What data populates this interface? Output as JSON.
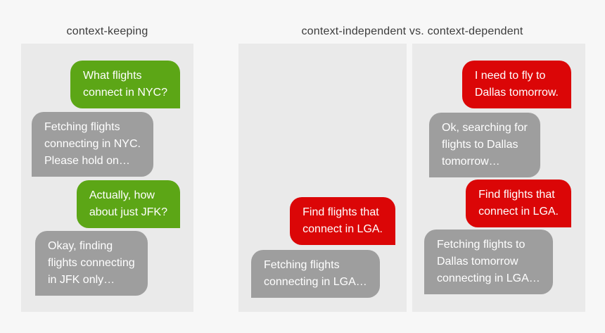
{
  "titles": {
    "left": "context-keeping",
    "right": "context-independent vs. context-dependent"
  },
  "colors": {
    "page_bg": "#f7f7f7",
    "panel_bg": "#eaeaea",
    "user_bubble_green": "#5ca616",
    "user_bubble_red": "#db0607",
    "agent_bubble_gray": "#9e9e9e",
    "title_text": "#3c3c3c",
    "bubble_text": "#ffffff"
  },
  "panels": {
    "context_keeping": {
      "messages": [
        {
          "sender": "user",
          "color": "green",
          "text": "What flights\nconnect in NYC?"
        },
        {
          "sender": "agent",
          "color": "gray",
          "text": "Fetching flights\nconnecting in NYC.\nPlease hold on…"
        },
        {
          "sender": "user",
          "color": "green",
          "text": "Actually, how\nabout just JFK?"
        },
        {
          "sender": "agent",
          "color": "gray",
          "text": "Okay, finding\nflights connecting\nin JFK only…"
        }
      ]
    },
    "context_independent": {
      "messages": [
        {
          "sender": "user",
          "color": "red",
          "text": "Find flights that\nconnect in LGA."
        },
        {
          "sender": "agent",
          "color": "gray",
          "text": "Fetching flights\nconnecting in LGA…"
        }
      ]
    },
    "context_dependent": {
      "messages": [
        {
          "sender": "user",
          "color": "red",
          "text": "I need to fly to\nDallas tomorrow."
        },
        {
          "sender": "agent",
          "color": "gray",
          "text": "Ok, searching for\nflights to Dallas\ntomorrow…"
        },
        {
          "sender": "user",
          "color": "red",
          "text": "Find flights that\nconnect in LGA."
        },
        {
          "sender": "agent",
          "color": "gray",
          "text": "Fetching flights to\nDallas tomorrow\nconnecting in LGA…"
        }
      ]
    }
  }
}
